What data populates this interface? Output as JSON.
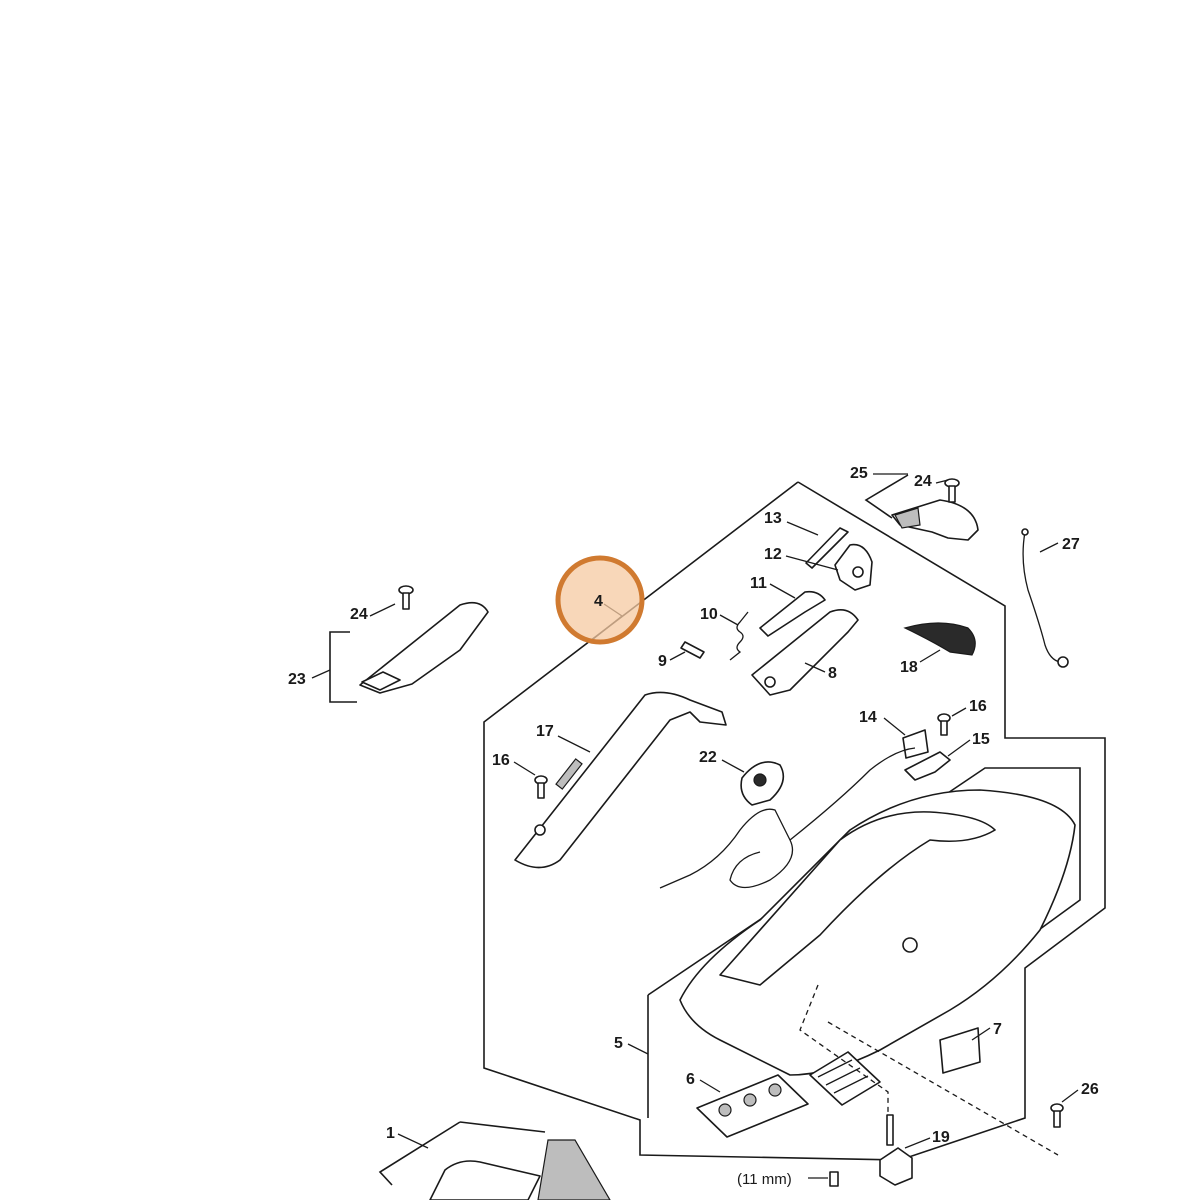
{
  "diagram": {
    "callouts": {
      "c1": "1",
      "c4": "4",
      "c5": "5",
      "c6": "6",
      "c7": "7",
      "c8": "8",
      "c9": "9",
      "c10": "10",
      "c11": "11",
      "c12": "12",
      "c13": "13",
      "c14": "14",
      "c15": "15",
      "c16a": "16",
      "c16b": "16",
      "c17": "17",
      "c18": "18",
      "c19": "19",
      "c22": "22",
      "c23": "23",
      "c24a": "24",
      "c24b": "24",
      "c25": "25",
      "c26": "26",
      "c27": "27"
    },
    "note_11mm": "(11 mm)",
    "highlight": {
      "label": "4",
      "color": "#d07a30",
      "fill": "#f6c9a2"
    }
  }
}
